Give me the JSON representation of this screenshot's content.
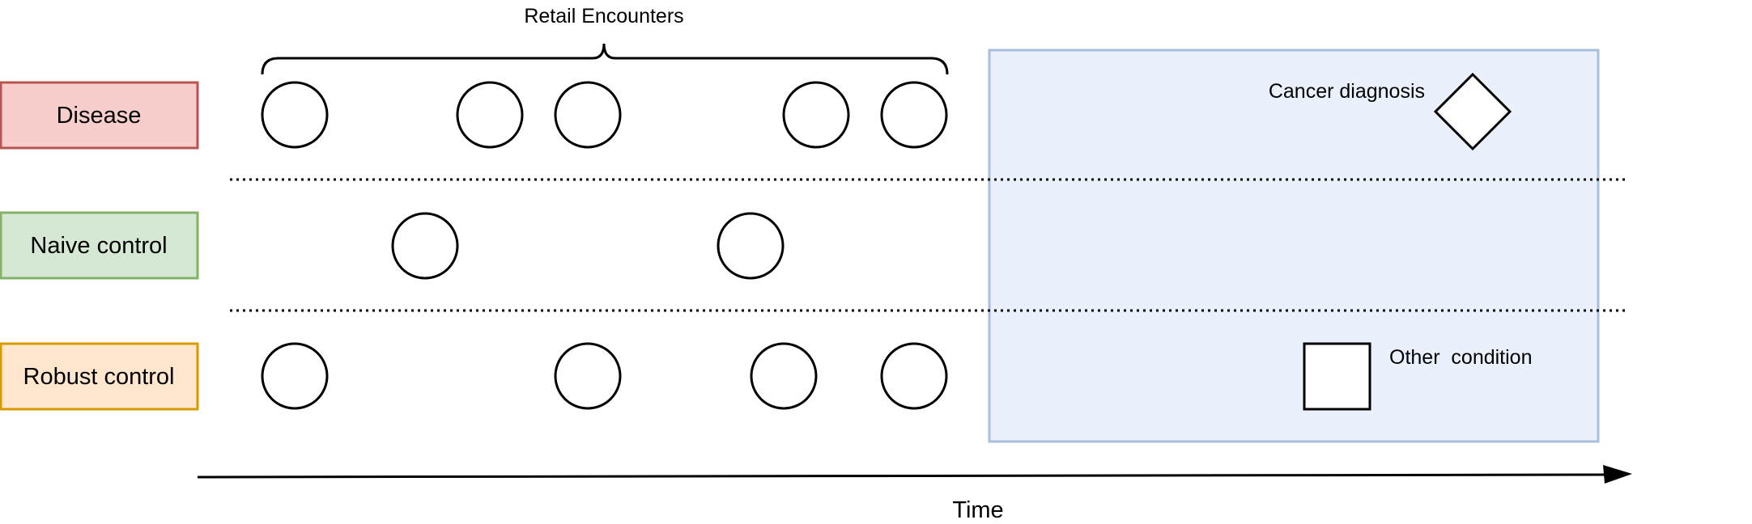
{
  "groups": [
    {
      "label": "Disease",
      "fill": "#f8cecc",
      "stroke": "#b85450"
    },
    {
      "label": "Naive control",
      "fill": "#d5e8d4",
      "stroke": "#82b366"
    },
    {
      "label": "Robust control",
      "fill": "#ffe6cc",
      "stroke": "#d79b00"
    }
  ],
  "encounters_label": "Retail Encounters",
  "outcome_window": {
    "fill": "#eaf1fc",
    "stroke": "#a9bfdc"
  },
  "cancer_label": "Cancer diagnosis",
  "other_label": "Other  condition",
  "time_label": "Time"
}
